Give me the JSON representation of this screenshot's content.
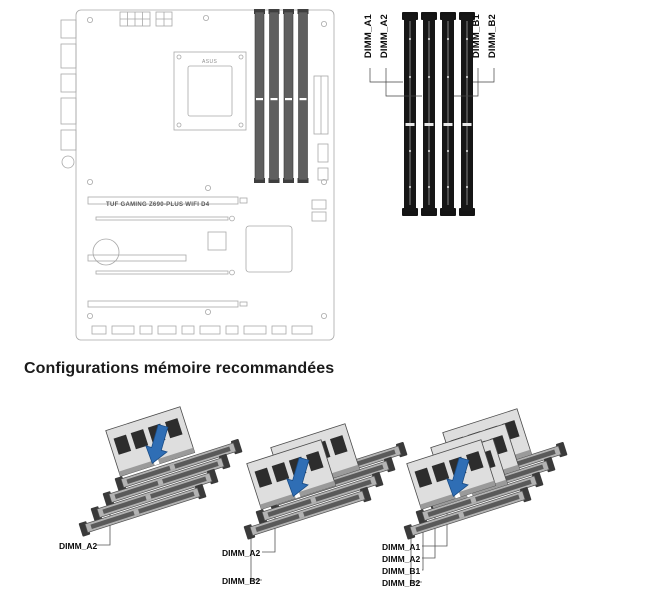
{
  "motherboard": {
    "model": "TUF GAMING Z690-PLUS WIFI D4",
    "brand": "ASUS"
  },
  "dimm_detail": {
    "labels": [
      "DIMM_A1",
      "DIMM_A2",
      "DIMM_B1",
      "DIMM_B2"
    ]
  },
  "heading": "Configurations mémoire recommandées",
  "configs": [
    {
      "modules_installed": 1,
      "labels": [
        "DIMM_A2"
      ]
    },
    {
      "modules_installed": 2,
      "labels": [
        "DIMM_A2",
        "DIMM_B2"
      ]
    },
    {
      "modules_installed": 4,
      "labels": [
        "DIMM_A1",
        "DIMM_A2",
        "DIMM_B1",
        "DIMM_B2"
      ]
    }
  ],
  "colors": {
    "arrow_blue": "#2f6eb5",
    "slot_black": "#161616",
    "board_line_gray": "#a8a8a8"
  }
}
